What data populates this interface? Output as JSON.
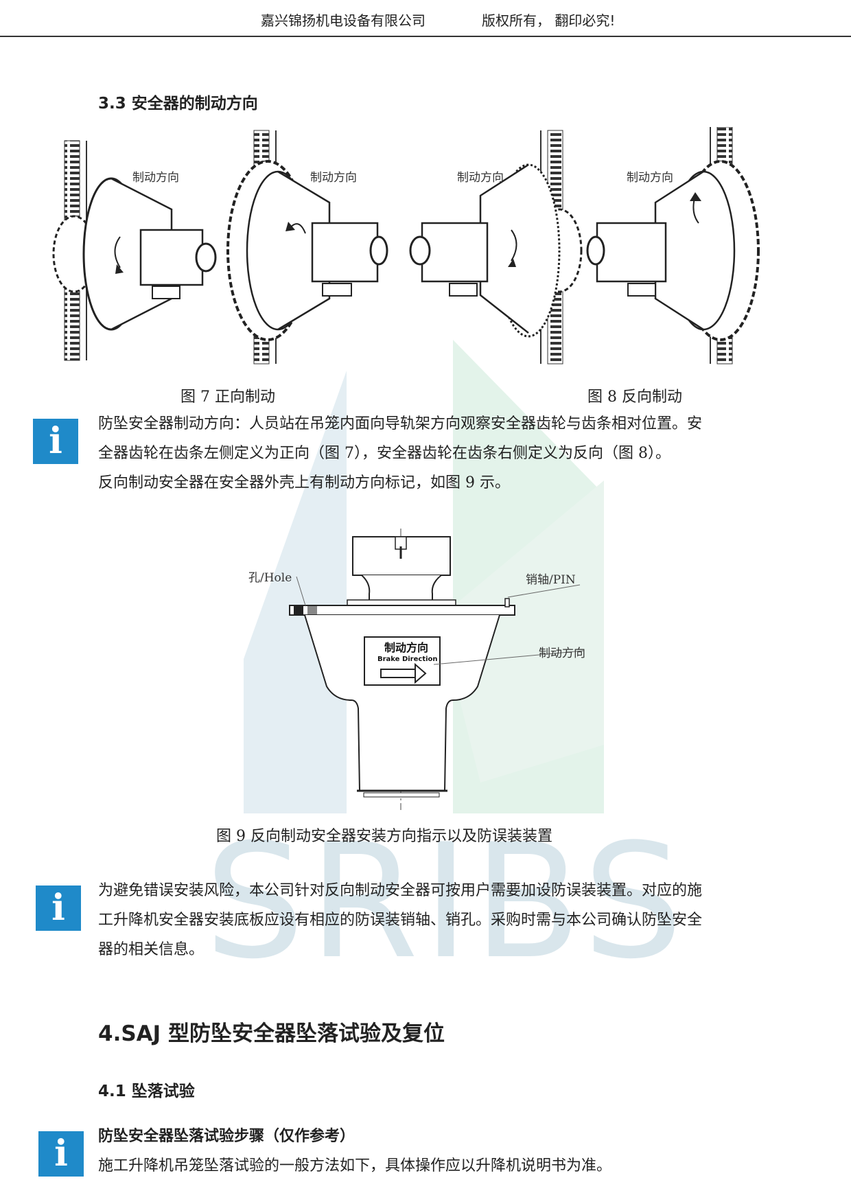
{
  "header": {
    "company": "嘉兴锦扬机电设备有限公司",
    "copyright": "版权所有， 翻印必究!"
  },
  "watermark": {
    "text": "SRIBS"
  },
  "section_3_3": {
    "title": "3.3  安全器的制动方向",
    "brake_direction_label": "制动方向",
    "fig7_caption": "图 7  正向制动",
    "fig8_caption": "图 8  反向制动",
    "note1_lines": [
      "防坠安全器制动方向：人员站在吊笼内面向导轨架方向观察安全器齿轮与齿条相对位置。安",
      "全器齿轮在齿条左侧定义为正向（图 7），安全器齿轮在齿条右侧定义为反向（图 8）。"
    ],
    "note1_extra": "反向制动安全器在安全器外壳上有制动方向标记，如图 9 示。",
    "fig9": {
      "hole_label": "孔/Hole",
      "pin_label": "销轴/PIN",
      "direction_label": "制动方向",
      "plate_cn": "制动方向",
      "plate_en": "Brake Direction",
      "caption": "图 9  反向制动安全器安装方向指示以及防误装装置"
    },
    "note2_lines": [
      "为避免错误安装风险，本公司针对反向制动安全器可按用户需要加设防误装装置。对应的施",
      "工升降机安全器安装底板应设有相应的防误装销轴、销孔。采购时需与本公司确认防坠安全",
      "器的相关信息。"
    ]
  },
  "section_4": {
    "title": "4.SAJ 型防坠安全器坠落试验及复位",
    "sub_4_1": "4.1 坠落试验",
    "note3_title": "防坠安全器坠落试验步骤（仅作参考）",
    "note3_text": "施工升降机吊笼坠落试验的一般方法如下，具体操作应以升降机说明书为准。"
  },
  "colors": {
    "info_blue": "#1f8ac9",
    "watermark_blue": "#d9e6ec",
    "watermark_green": "#e3f3ea"
  },
  "icons": {
    "info": "info-icon"
  }
}
